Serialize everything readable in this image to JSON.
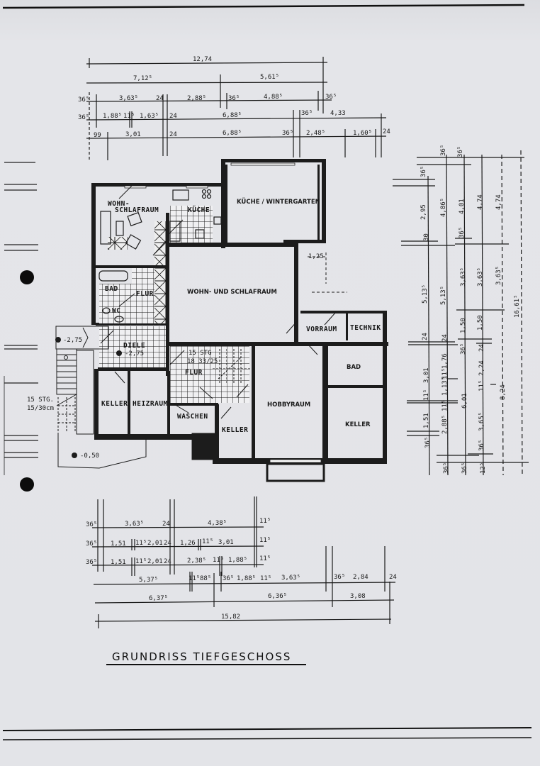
{
  "document": {
    "title": "GRUNDRISS TIEFGESCHOSS",
    "type": "floor plan"
  },
  "rooms": {
    "kueche_wintergarten": "KÜCHE / WINTERGARTEN",
    "wohn_schlafraum_small_1": "WOHN-",
    "wohn_schlafraum_small_2": "SCHLAFRAUM",
    "kueche": "KÜCHE",
    "bad_left": "BAD",
    "flur_left": "FLUR",
    "wc": "WC",
    "wohn_und_schlafraum": "WOHN- UND SCHLAFRAUM",
    "vorraum": "VORRAUM",
    "technik": "TECHNIK",
    "diele": "DIELE",
    "flur_center": "FLUR",
    "keller_left": "KELLER",
    "heizraum": "HEIZRAUM",
    "waschen": "WASCHEN",
    "keller_center": "KELLER",
    "hobbyraum": "HOBBYRAUM",
    "bad_right": "BAD",
    "keller_right": "KELLER"
  },
  "annotations": {
    "level_diele": "-2,75",
    "level_entry": "-2,75",
    "level_outside": "-0,50",
    "stair_inner_1": "15 STG",
    "stair_inner_2": "18 33/25",
    "stair_outer_1": "15 STG.",
    "stair_outer_2": "15/30cm",
    "dim_125": "1,25"
  },
  "dimensions_top": {
    "row1": [
      "12,74"
    ],
    "row2": [
      "7,12⁵",
      "5,61⁵"
    ],
    "row3": [
      "36⁵",
      "3,63⁵",
      "24",
      "2,88⁵",
      "36⁵",
      "4,88⁵",
      "36⁵"
    ],
    "row4": [
      "36⁵",
      "1,88⁵",
      "11⁵",
      "1,63⁵",
      "24",
      "6,88⁵",
      "36⁵",
      "4,33"
    ],
    "row5": [
      "99",
      "3,01",
      "24",
      "6,88⁵",
      "36⁵",
      "2,48⁵",
      "1,60⁵",
      "24"
    ]
  },
  "dimensions_right": {
    "col1": [
      "36⁵",
      "2,95",
      "30",
      "5,13⁵",
      "24",
      "3,01",
      "11⁵",
      "1,51",
      "36⁵"
    ],
    "col2": [
      "36⁵",
      "4,86⁵",
      "5,13⁵",
      "24",
      "1,76",
      "11⁵",
      "1,13⁵",
      "11⁵",
      "2,88⁵",
      "36⁵"
    ],
    "col3": [
      "36⁵",
      "4,01",
      "36⁵",
      "3,63⁵",
      "1,50",
      "36⁵",
      "6,01",
      "36⁵"
    ],
    "col4": [
      "4,74",
      "3,63⁵",
      "1,50",
      "24",
      "2,24",
      "11⁵",
      "3,65⁵",
      "36⁵",
      "12⁵"
    ],
    "col5": [
      "4,74",
      "3,63⁵",
      "8,24"
    ],
    "col6": [
      "16,61⁵"
    ]
  },
  "dimensions_bottom": {
    "row1": [
      "36⁵",
      "3,63⁵",
      "24",
      "4,38⁵",
      "11⁵"
    ],
    "row2": [
      "36⁵",
      "1,51",
      "11⁵",
      "2,01",
      "24",
      "1,26",
      "11⁵",
      "3,01",
      "11⁵"
    ],
    "row3": [
      "36⁵",
      "1,51",
      "11⁵",
      "2,01",
      "24",
      "2,38⁵",
      "11⁵",
      "1,88⁵",
      "11⁵"
    ],
    "row4": [
      "5,37⁵",
      "11⁵",
      "88⁵",
      "36⁵",
      "1,88⁵",
      "11⁵",
      "3,63⁵",
      "36⁵",
      "2,84",
      "24"
    ],
    "row5": [
      "6,37⁵",
      "6,36⁵",
      "3,08"
    ],
    "row6": [
      "15,82"
    ]
  },
  "colors": {
    "paper": "#e3e4e8",
    "ink": "#1c1c1c"
  }
}
